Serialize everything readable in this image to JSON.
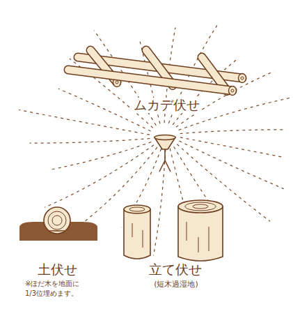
{
  "diagram": {
    "labels": [
      "ムカデ伏せ",
      "土伏せ",
      "※ほだ木を地面に 1/3位埋めます。",
      "立て伏せ",
      "(短木過湿地)"
    ]
  }
}
